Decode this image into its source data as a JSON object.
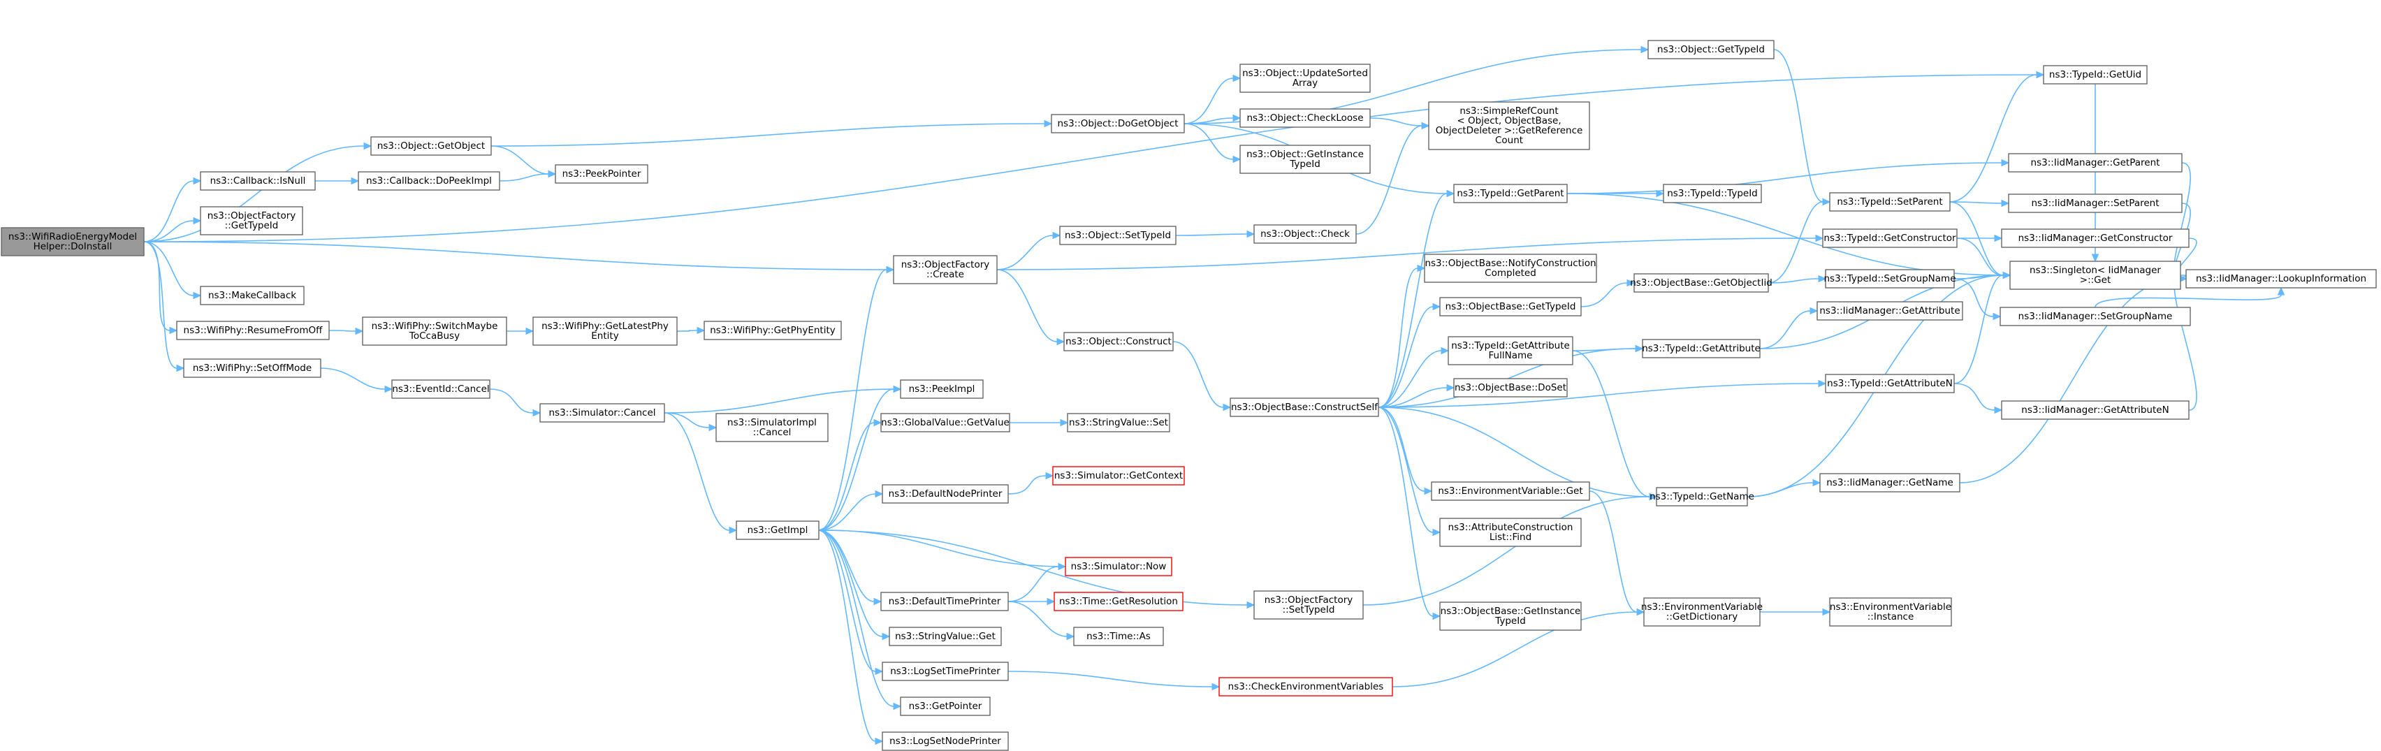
{
  "nodes": [
    {
      "id": "n0",
      "lines": [
        "ns3::WifiRadioEnergyModel",
        "Helper::DoInstall"
      ],
      "style": "root"
    },
    {
      "id": "n1",
      "lines": [
        "ns3::Object::GetObject"
      ]
    },
    {
      "id": "n2",
      "lines": [
        "ns3::Callback::IsNull"
      ]
    },
    {
      "id": "n3",
      "lines": [
        "ns3::ObjectFactory",
        "::GetTypeId"
      ]
    },
    {
      "id": "n4",
      "lines": [
        "ns3::MakeCallback"
      ]
    },
    {
      "id": "n5",
      "lines": [
        "ns3::WifiPhy::ResumeFromOff"
      ]
    },
    {
      "id": "n6",
      "lines": [
        "ns3::WifiPhy::SetOffMode"
      ]
    },
    {
      "id": "n7",
      "lines": [
        "ns3::Callback::DoPeekImpl"
      ]
    },
    {
      "id": "n8",
      "lines": [
        "ns3::PeekPointer"
      ]
    },
    {
      "id": "n9",
      "lines": [
        "ns3::WifiPhy::SwitchMaybe",
        "ToCcaBusy"
      ]
    },
    {
      "id": "n10",
      "lines": [
        "ns3::WifiPhy::GetLatestPhy",
        "Entity"
      ]
    },
    {
      "id": "n11",
      "lines": [
        "ns3::WifiPhy::GetPhyEntity"
      ]
    },
    {
      "id": "n12",
      "lines": [
        "ns3::EventId::Cancel"
      ]
    },
    {
      "id": "n13",
      "lines": [
        "ns3::Simulator::Cancel"
      ]
    },
    {
      "id": "n14",
      "lines": [
        "ns3::SimulatorImpl",
        "::Cancel"
      ]
    },
    {
      "id": "n15",
      "lines": [
        "ns3::ObjectFactory",
        "::Create"
      ]
    },
    {
      "id": "n16",
      "lines": [
        "ns3::PeekImpl"
      ]
    },
    {
      "id": "n17",
      "lines": [
        "ns3::GlobalValue::GetValue"
      ]
    },
    {
      "id": "n18",
      "lines": [
        "ns3::DefaultNodePrinter"
      ]
    },
    {
      "id": "n19",
      "lines": [
        "ns3::GetImpl"
      ]
    },
    {
      "id": "n20",
      "lines": [
        "ns3::DefaultTimePrinter"
      ]
    },
    {
      "id": "n21",
      "lines": [
        "ns3::StringValue::Get"
      ]
    },
    {
      "id": "n22",
      "lines": [
        "ns3::LogSetTimePrinter"
      ]
    },
    {
      "id": "n23",
      "lines": [
        "ns3::GetPointer"
      ]
    },
    {
      "id": "n24",
      "lines": [
        "ns3::LogSetNodePrinter"
      ]
    },
    {
      "id": "n25",
      "lines": [
        "ns3::Object::DoGetObject"
      ]
    },
    {
      "id": "n26",
      "lines": [
        "ns3::Object::SetTypeId"
      ]
    },
    {
      "id": "n27",
      "lines": [
        "ns3::Object::Construct"
      ]
    },
    {
      "id": "n28",
      "lines": [
        "ns3::StringValue::Set"
      ]
    },
    {
      "id": "n29",
      "lines": [
        "ns3::Simulator::GetContext"
      ],
      "style": "red"
    },
    {
      "id": "n30",
      "lines": [
        "ns3::Simulator::Now"
      ],
      "style": "red"
    },
    {
      "id": "n31",
      "lines": [
        "ns3::Time::GetResolution"
      ],
      "style": "red"
    },
    {
      "id": "n32",
      "lines": [
        "ns3::Time::As"
      ]
    },
    {
      "id": "n33",
      "lines": [
        "ns3::ObjectFactory",
        "::SetTypeId"
      ]
    },
    {
      "id": "n34",
      "lines": [
        "ns3::CheckEnvironmentVariables"
      ],
      "style": "red"
    },
    {
      "id": "n35",
      "lines": [
        "ns3::Object::UpdateSorted",
        "Array"
      ]
    },
    {
      "id": "n36",
      "lines": [
        "ns3::Object::CheckLoose"
      ]
    },
    {
      "id": "n37",
      "lines": [
        "ns3::Object::GetInstance",
        "TypeId"
      ]
    },
    {
      "id": "n38",
      "lines": [
        "ns3::Object::Check"
      ]
    },
    {
      "id": "n39",
      "lines": [
        "ns3::ObjectBase::ConstructSelf"
      ]
    },
    {
      "id": "n40",
      "lines": [
        "ns3::Object::GetTypeId"
      ]
    },
    {
      "id": "n41",
      "lines": [
        "ns3::SimpleRefCount",
        "< Object, ObjectBase,",
        " ObjectDeleter >::GetReference",
        "Count"
      ]
    },
    {
      "id": "n42",
      "lines": [
        "ns3::TypeId::GetParent"
      ]
    },
    {
      "id": "n43",
      "lines": [
        "ns3::ObjectBase::NotifyConstruction",
        "Completed"
      ]
    },
    {
      "id": "n44",
      "lines": [
        "ns3::ObjectBase::GetTypeId"
      ]
    },
    {
      "id": "n45",
      "lines": [
        "ns3::TypeId::GetAttribute",
        "FullName"
      ]
    },
    {
      "id": "n46",
      "lines": [
        "ns3::ObjectBase::DoSet"
      ]
    },
    {
      "id": "n47",
      "lines": [
        "ns3::EnvironmentVariable::Get"
      ]
    },
    {
      "id": "n48",
      "lines": [
        "ns3::AttributeConstruction",
        "List::Find"
      ]
    },
    {
      "id": "n49",
      "lines": [
        "ns3::ObjectBase::GetInstance",
        "TypeId"
      ]
    },
    {
      "id": "n50",
      "lines": [
        "ns3::TypeId::TypeId"
      ]
    },
    {
      "id": "n51",
      "lines": [
        "ns3::ObjectBase::GetObjectIid"
      ]
    },
    {
      "id": "n52",
      "lines": [
        "ns3::TypeId::GetAttribute"
      ]
    },
    {
      "id": "n53",
      "lines": [
        "ns3::TypeId::GetName"
      ]
    },
    {
      "id": "n54",
      "lines": [
        "ns3::EnvironmentVariable",
        "::GetDictionary"
      ]
    },
    {
      "id": "n55",
      "lines": [
        "ns3::TypeId::SetParent"
      ]
    },
    {
      "id": "n56",
      "lines": [
        "ns3::TypeId::GetConstructor"
      ]
    },
    {
      "id": "n57",
      "lines": [
        "ns3::TypeId::SetGroupName"
      ]
    },
    {
      "id": "n58",
      "lines": [
        "ns3::IidManager::GetAttribute"
      ]
    },
    {
      "id": "n59",
      "lines": [
        "ns3::TypeId::GetAttributeN"
      ]
    },
    {
      "id": "n60",
      "lines": [
        "ns3::IidManager::GetName"
      ]
    },
    {
      "id": "n61",
      "lines": [
        "ns3::EnvironmentVariable",
        "::Instance"
      ]
    },
    {
      "id": "n62",
      "lines": [
        "ns3::TypeId::GetUid"
      ]
    },
    {
      "id": "n63",
      "lines": [
        "ns3::IidManager::GetParent"
      ]
    },
    {
      "id": "n64",
      "lines": [
        "ns3::IidManager::SetParent"
      ]
    },
    {
      "id": "n65",
      "lines": [
        "ns3::IidManager::GetConstructor"
      ]
    },
    {
      "id": "n66",
      "lines": [
        "ns3::Singleton< IidManager",
        " >::Get"
      ]
    },
    {
      "id": "n67",
      "lines": [
        "ns3::IidManager::SetGroupName"
      ]
    },
    {
      "id": "n68",
      "lines": [
        "ns3::IidManager::GetAttributeN"
      ]
    },
    {
      "id": "n69",
      "lines": [
        "ns3::IidManager::LookupInformation"
      ]
    }
  ],
  "edges": [
    [
      "n0",
      "n1"
    ],
    [
      "n0",
      "n2"
    ],
    [
      "n0",
      "n3"
    ],
    [
      "n0",
      "n4"
    ],
    [
      "n0",
      "n5"
    ],
    [
      "n0",
      "n6"
    ],
    [
      "n0",
      "n15"
    ],
    [
      "n0",
      "n62"
    ],
    [
      "n1",
      "n25"
    ],
    [
      "n1",
      "n8"
    ],
    [
      "n2",
      "n7"
    ],
    [
      "n7",
      "n8"
    ],
    [
      "n5",
      "n9"
    ],
    [
      "n9",
      "n10"
    ],
    [
      "n10",
      "n11"
    ],
    [
      "n6",
      "n12"
    ],
    [
      "n12",
      "n13"
    ],
    [
      "n13",
      "n14"
    ],
    [
      "n13",
      "n16"
    ],
    [
      "n13",
      "n19"
    ],
    [
      "n15",
      "n26"
    ],
    [
      "n15",
      "n27"
    ],
    [
      "n15",
      "n56"
    ],
    [
      "n19",
      "n15"
    ],
    [
      "n19",
      "n16"
    ],
    [
      "n19",
      "n17"
    ],
    [
      "n19",
      "n18"
    ],
    [
      "n19",
      "n20"
    ],
    [
      "n19",
      "n21"
    ],
    [
      "n19",
      "n22"
    ],
    [
      "n19",
      "n23"
    ],
    [
      "n19",
      "n24"
    ],
    [
      "n19",
      "n33"
    ],
    [
      "n17",
      "n28"
    ],
    [
      "n18",
      "n29"
    ],
    [
      "n20",
      "n30"
    ],
    [
      "n20",
      "n31"
    ],
    [
      "n20",
      "n32"
    ],
    [
      "n30",
      "n19"
    ],
    [
      "n22",
      "n34"
    ],
    [
      "n34",
      "n54"
    ],
    [
      "n25",
      "n35"
    ],
    [
      "n25",
      "n36"
    ],
    [
      "n25",
      "n37"
    ],
    [
      "n25",
      "n40"
    ],
    [
      "n25",
      "n42"
    ],
    [
      "n36",
      "n41"
    ],
    [
      "n26",
      "n38"
    ],
    [
      "n38",
      "n41"
    ],
    [
      "n27",
      "n39"
    ],
    [
      "n33",
      "n53"
    ],
    [
      "n40",
      "n55"
    ],
    [
      "n39",
      "n42"
    ],
    [
      "n39",
      "n43"
    ],
    [
      "n39",
      "n44"
    ],
    [
      "n39",
      "n45"
    ],
    [
      "n39",
      "n46"
    ],
    [
      "n39",
      "n47"
    ],
    [
      "n39",
      "n48"
    ],
    [
      "n39",
      "n49"
    ],
    [
      "n39",
      "n52"
    ],
    [
      "n39",
      "n53"
    ],
    [
      "n39",
      "n59"
    ],
    [
      "n42",
      "n50"
    ],
    [
      "n42",
      "n63"
    ],
    [
      "n42",
      "n66"
    ],
    [
      "n44",
      "n51"
    ],
    [
      "n51",
      "n55"
    ],
    [
      "n51",
      "n57"
    ],
    [
      "n45",
      "n52"
    ],
    [
      "n45",
      "n53"
    ],
    [
      "n52",
      "n58"
    ],
    [
      "n52",
      "n66"
    ],
    [
      "n47",
      "n54"
    ],
    [
      "n54",
      "n61"
    ],
    [
      "n53",
      "n60"
    ],
    [
      "n53",
      "n66"
    ],
    [
      "n55",
      "n62"
    ],
    [
      "n55",
      "n64"
    ],
    [
      "n55",
      "n66"
    ],
    [
      "n56",
      "n65"
    ],
    [
      "n56",
      "n66"
    ],
    [
      "n57",
      "n67"
    ],
    [
      "n57",
      "n66"
    ],
    [
      "n59",
      "n68"
    ],
    [
      "n59",
      "n66"
    ],
    [
      "n62",
      "n66"
    ],
    [
      "n63",
      "n69"
    ],
    [
      "n64",
      "n69"
    ],
    [
      "n65",
      "n69"
    ],
    [
      "n66",
      "n69"
    ],
    [
      "n67",
      "n69"
    ],
    [
      "n68",
      "n69"
    ],
    [
      "n60",
      "n69"
    ]
  ]
}
